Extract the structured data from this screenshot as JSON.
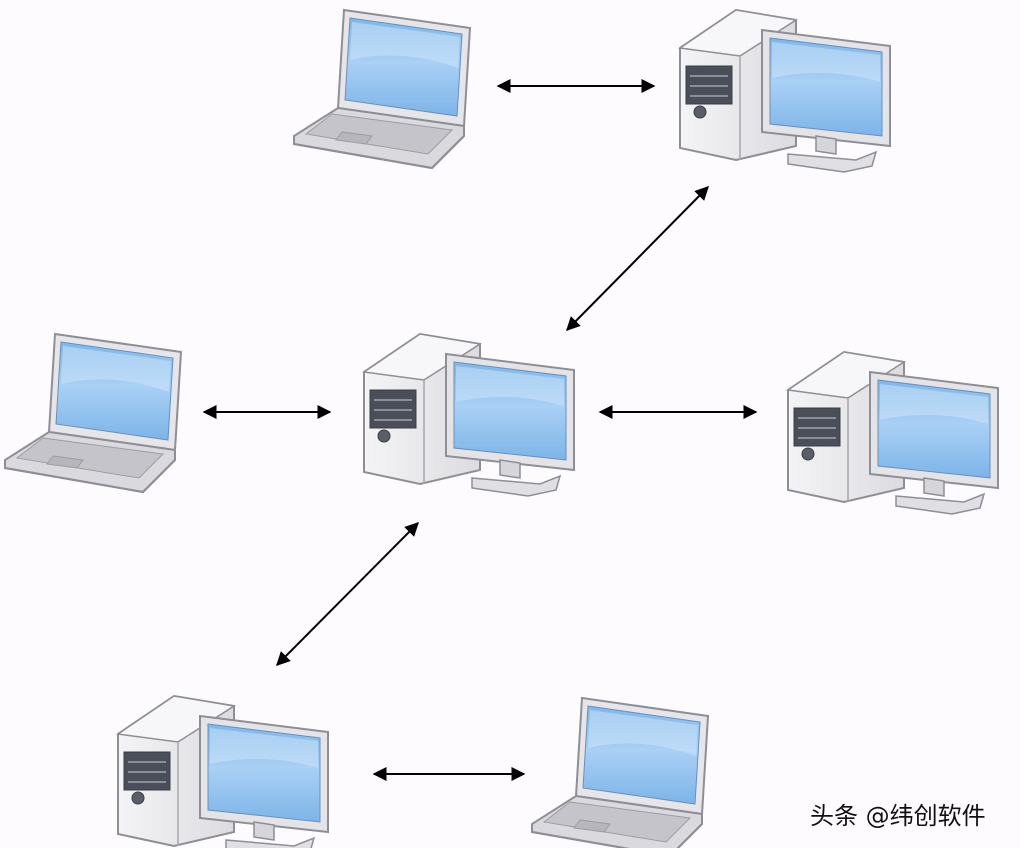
{
  "diagram": {
    "type": "peer-to-peer-network",
    "nodes": [
      {
        "id": "laptop-top",
        "kind": "laptop"
      },
      {
        "id": "desktop-top-right",
        "kind": "desktop"
      },
      {
        "id": "laptop-left",
        "kind": "laptop"
      },
      {
        "id": "desktop-center",
        "kind": "desktop"
      },
      {
        "id": "desktop-right",
        "kind": "desktop"
      },
      {
        "id": "desktop-bottom-left",
        "kind": "desktop"
      },
      {
        "id": "laptop-bottom",
        "kind": "laptop"
      }
    ],
    "links": [
      {
        "from": "laptop-top",
        "to": "desktop-top-right",
        "direction": "both"
      },
      {
        "from": "desktop-top-right",
        "to": "desktop-center",
        "direction": "both"
      },
      {
        "from": "laptop-left",
        "to": "desktop-center",
        "direction": "both"
      },
      {
        "from": "desktop-center",
        "to": "desktop-right",
        "direction": "both"
      },
      {
        "from": "desktop-center",
        "to": "desktop-bottom-left",
        "direction": "both"
      },
      {
        "from": "desktop-bottom-left",
        "to": "laptop-bottom",
        "direction": "both"
      }
    ],
    "colors": {
      "screen": "#8cc1ee",
      "screen_light": "#cfe6fa",
      "bezel": "#e4e4e8",
      "case": "#ececef",
      "outline": "#9a9aa2",
      "arrow": "#000000",
      "background": "#fdfbfd"
    }
  },
  "watermark": "头条 @纬创软件"
}
